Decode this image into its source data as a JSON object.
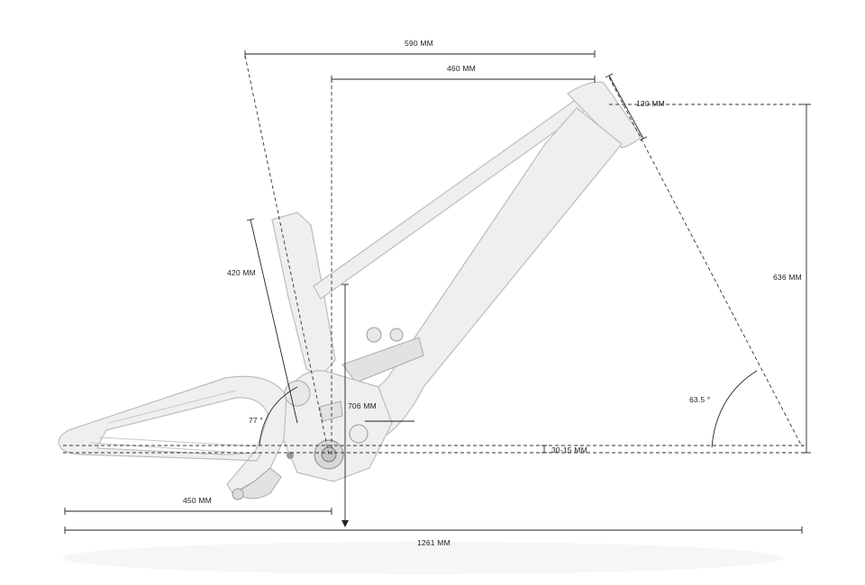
{
  "dimensions": {
    "top_590": "590 MM",
    "top_460": "460 MM",
    "headtube": "120 MM",
    "stack": "636 MM",
    "seattube": "420 MM",
    "seatangle": "77 °",
    "effective": "706 MM",
    "headangle": "63.5 °",
    "bbdrop": "30-15 MM",
    "chainstay": "450 MM",
    "wheelbase": "1261 MM"
  }
}
